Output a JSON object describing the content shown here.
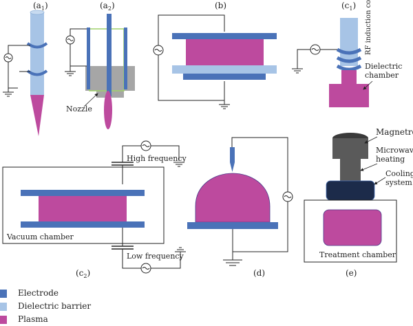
{
  "colors": {
    "electrode": "#4a72b8",
    "dielectric": "#a7c4e6",
    "plasma": "#bd4a9e",
    "nozzle": "#a6a6a6",
    "magnetron": "#5a5a5a",
    "cooling": "#1c2b4a",
    "line": "#222222"
  },
  "panels": {
    "a1": {
      "label": "(a",
      "sub": "1",
      "label_end": ")"
    },
    "a2": {
      "label": "(a",
      "sub": "2",
      "label_end": ")",
      "nozzle": "Nozzle"
    },
    "b": {
      "label": "(b)"
    },
    "c1": {
      "label": "(c",
      "sub": "1",
      "label_end": ")",
      "coil": "RF induction coil",
      "dielectric_1": "Dielectric",
      "dielectric_2": "chamber"
    },
    "c2": {
      "label": "(c",
      "sub": "2",
      "label_end": ")",
      "high": "High frequency",
      "low": "Low frequency",
      "vacuum": "Vacuum chamber"
    },
    "d": {
      "label": "(d)"
    },
    "e": {
      "label": "(e)",
      "magnetron": "Magnetron",
      "microwave_1": "Microwave",
      "microwave_2": "heating",
      "cooling_1": "Cooling",
      "cooling_2": "system",
      "treatment": "Treatment chamber"
    }
  },
  "legend": [
    {
      "label": "Electrode",
      "color": "#4a72b8"
    },
    {
      "label": "Dielectric barrier",
      "color": "#a7c4e6"
    },
    {
      "label": "Plasma",
      "color": "#bd4a9e"
    }
  ]
}
